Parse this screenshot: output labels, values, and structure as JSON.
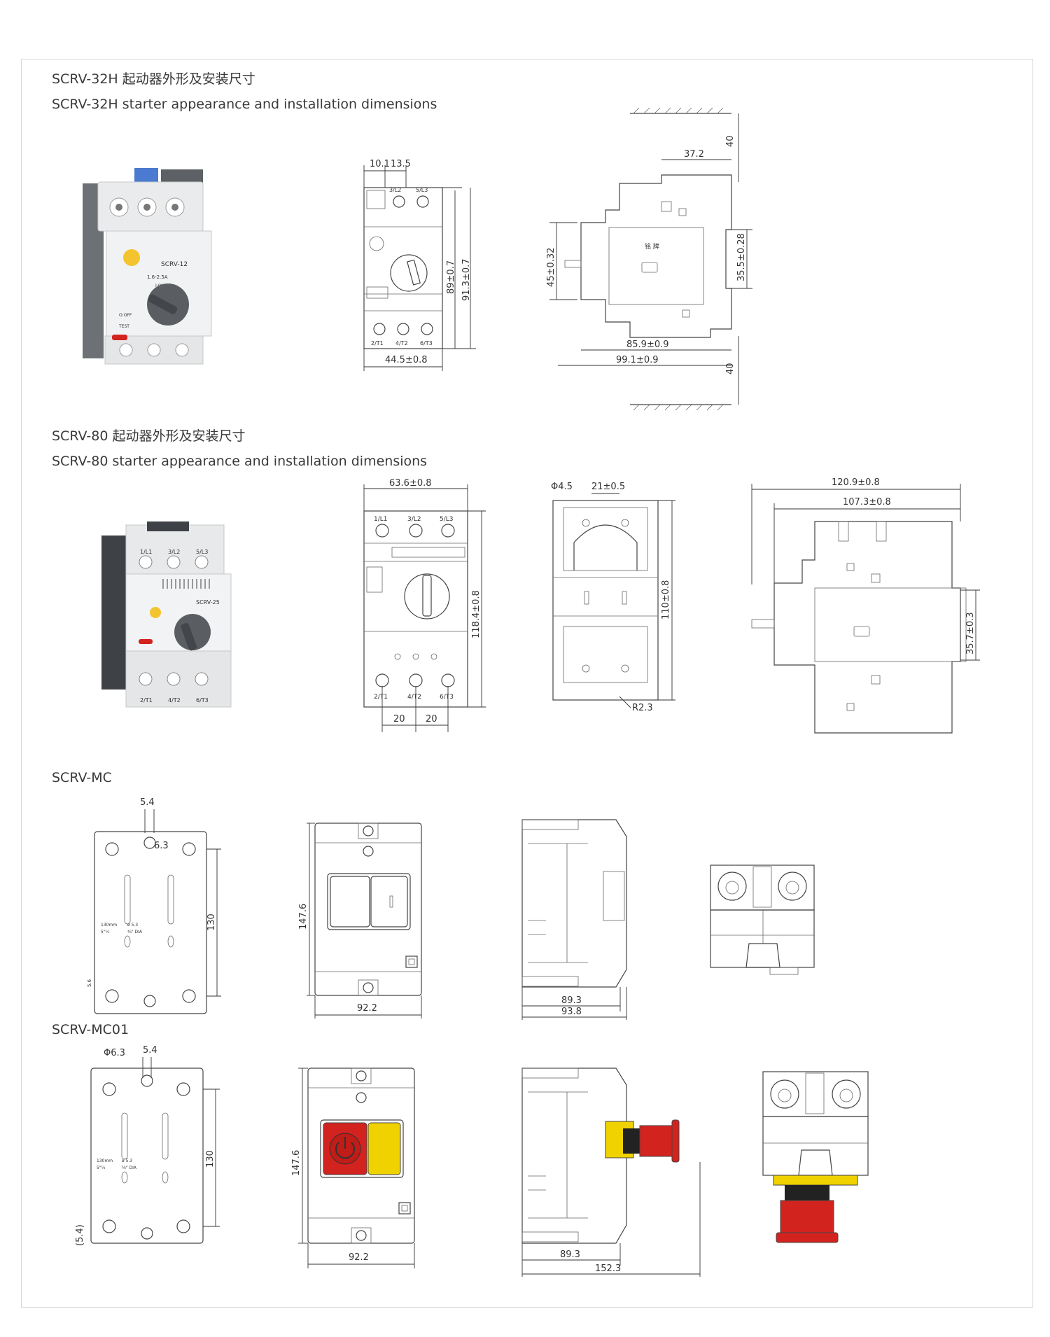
{
  "sections": {
    "s32h": {
      "title_cn": "SCRV-32H 起动器外形及安装尺寸",
      "title_en": "SCRV-32H starter appearance and installation dimensions",
      "photo": {
        "model_label": "SCRV-12",
        "range_label": "1.6-2.5A",
        "on_label": "I:ON",
        "off_label": "O:OFF",
        "test_label": "TEST"
      },
      "front": {
        "dim_w1": "10.1",
        "dim_w2": "13.5",
        "dim_h1": "89±0.7",
        "dim_h2": "91.3±0.7",
        "dim_width": "44.5±0.8",
        "top_terms": [
          "3/L2",
          "5/L3"
        ],
        "bottom_terms": [
          "2/T1",
          "4/T2",
          "6/T3"
        ]
      },
      "side": {
        "dim_top": "40",
        "dim_37": "37.2",
        "dim_45": "45±0.32",
        "dim_35": "35.5±0.28",
        "dim_85": "85.9±0.9",
        "dim_99": "99.1±0.9",
        "dim_bottom": "40",
        "label_mark": "铭 牌"
      }
    },
    "s80": {
      "title_cn": "SCRV-80 起动器外形及安装尺寸",
      "title_en": "SCRV-80 starter appearance and installation dimensions",
      "photo": {
        "model_label": "SCRV-25",
        "top_terms": [
          "1/L1",
          "3/L2",
          "5/L3"
        ],
        "bottom_terms": [
          "2/T1",
          "4/T2",
          "6/T3"
        ]
      },
      "front": {
        "dim_width": "63.6±0.8",
        "dim_height": "118.4±0.8",
        "dim_pitch": "20",
        "top_terms": [
          "1/L1",
          "3/L2",
          "5/L3"
        ],
        "bottom_terms": [
          "2/T1",
          "4/T2",
          "6/T3"
        ]
      },
      "back": {
        "dim_hole": "Φ4.5",
        "dim_21": "21±0.5",
        "dim_110": "110±0.8",
        "dim_r": "R2.3"
      },
      "side": {
        "dim_120": "120.9±0.8",
        "dim_107": "107.3±0.8",
        "dim_35": "35.7±0.3"
      }
    },
    "mc": {
      "title": "SCRV-MC",
      "back": {
        "dim_54": "5.4",
        "dim_63": "6.3",
        "dim_130": "130",
        "dim_56": "5.6",
        "note1": "130mm",
        "note2": "ø 5.3",
        "note3": "5\"¼",
        "note4": "⅜\" DIA"
      },
      "front": {
        "dim_147": "147.6",
        "dim_92": "92.2"
      },
      "side": {
        "dim_893": "89.3",
        "dim_938": "93.8"
      }
    },
    "mc01": {
      "title": "SCRV-MC01",
      "back": {
        "dim_phi": "Φ6.3",
        "dim_54": "5.4",
        "dim_130": "130",
        "dim_54b": "(5.4)",
        "note1": "130mm",
        "note2": "ø 5.3",
        "note3": "5\"¼",
        "note4": "⅜\" DIA"
      },
      "front": {
        "dim_147": "147.6",
        "dim_92": "92.2"
      },
      "side": {
        "dim_893": "89.3",
        "dim_1523": "152.3"
      }
    }
  },
  "colors": {
    "red": "#d3231f",
    "yellow": "#f0d200",
    "knob_grey": "#5a5e63",
    "body_grey": "#e6e7e8"
  }
}
